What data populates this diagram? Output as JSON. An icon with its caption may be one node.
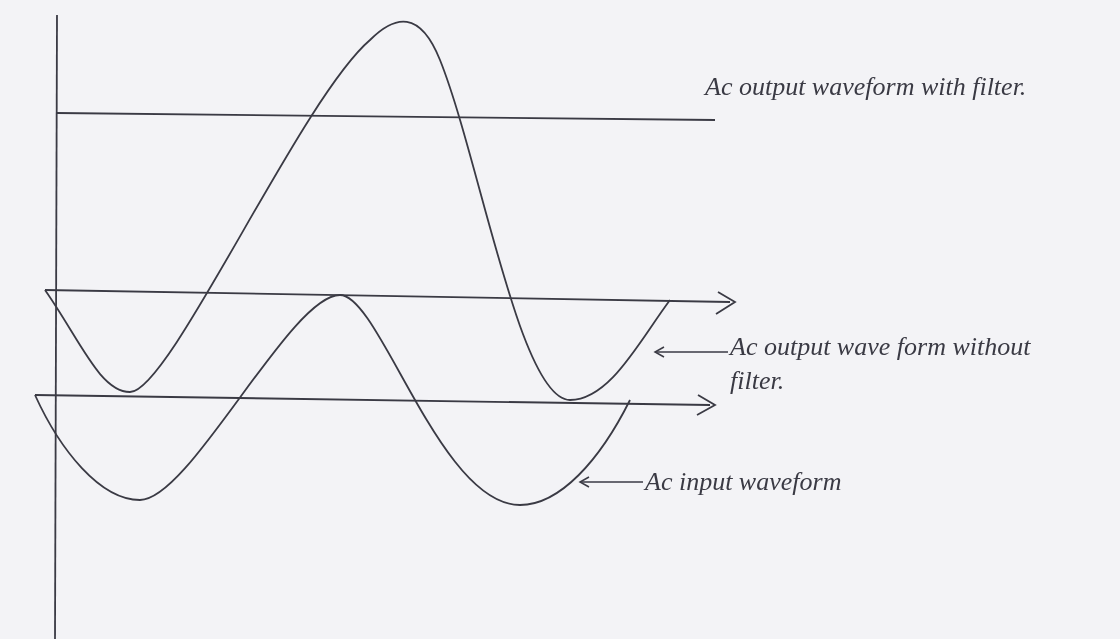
{
  "diagram": {
    "nodes": [
      {
        "text": [
          "Ac output wave form without filter."
        ]
      },
      {
        "text": [
          "Ac input waveform"
        ]
      }
    ],
    "edges": [
      {
        "from": 0,
        "to": null,
        "arrow": "to"
      },
      {
        "from": 1,
        "to": null,
        "arrow": "to"
      }
    ],
    "labels": [
      "Ac output waveform with filter."
    ]
  }
}
